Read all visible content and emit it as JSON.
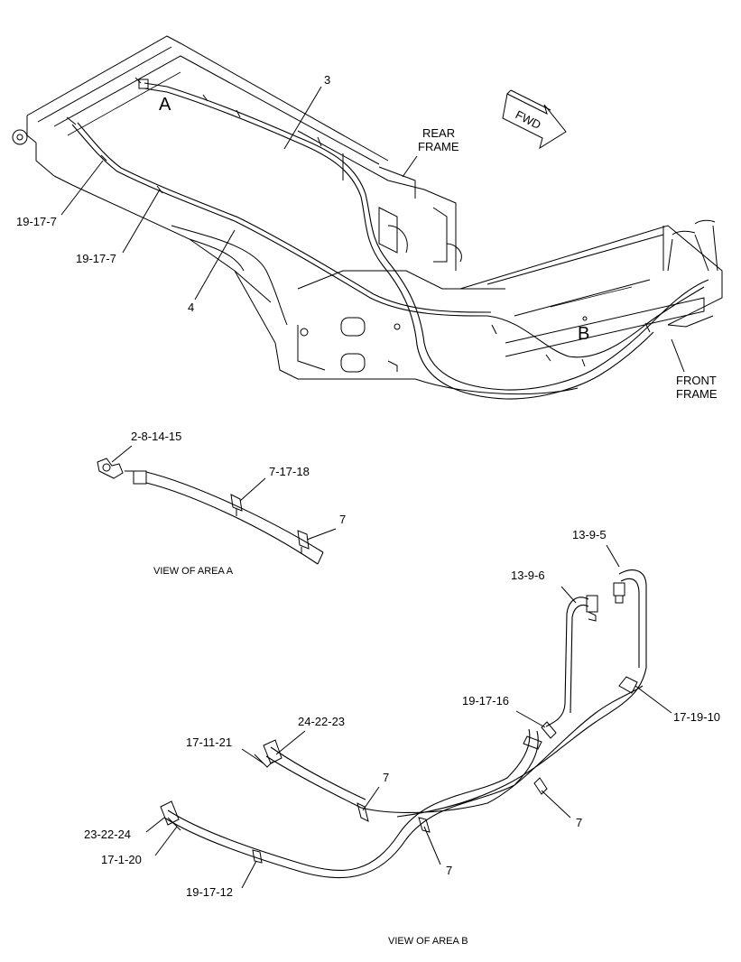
{
  "main_view": {
    "area_a_letter": "A",
    "area_b_letter": "B",
    "fwd": "FWD",
    "rear_frame_line1": "REAR",
    "rear_frame_line2": "FRAME",
    "front_frame_line1": "FRONT",
    "front_frame_line2": "FRAME",
    "callout_3": "3",
    "callout_4": "4",
    "callout_19_17_7_a": "19-17-7",
    "callout_19_17_7_b": "19-17-7"
  },
  "view_a": {
    "title": "VIEW OF AREA A",
    "callout_2_8_14_15": "2-8-14-15",
    "callout_7_17_18": "7-17-18",
    "callout_7": "7"
  },
  "view_b": {
    "title": "VIEW OF AREA B",
    "callout_13_9_5": "13-9-5",
    "callout_13_9_6": "13-9-6",
    "callout_19_17_16": "19-17-16",
    "callout_17_19_10": "17-19-10",
    "callout_24_22_23": "24-22-23",
    "callout_17_11_21": "17-11-21",
    "callout_7_upper": "7",
    "callout_7_right": "7",
    "callout_7_lower": "7",
    "callout_23_22_24": "23-22-24",
    "callout_17_1_20": "17-1-20",
    "callout_19_17_12": "19-17-12"
  }
}
